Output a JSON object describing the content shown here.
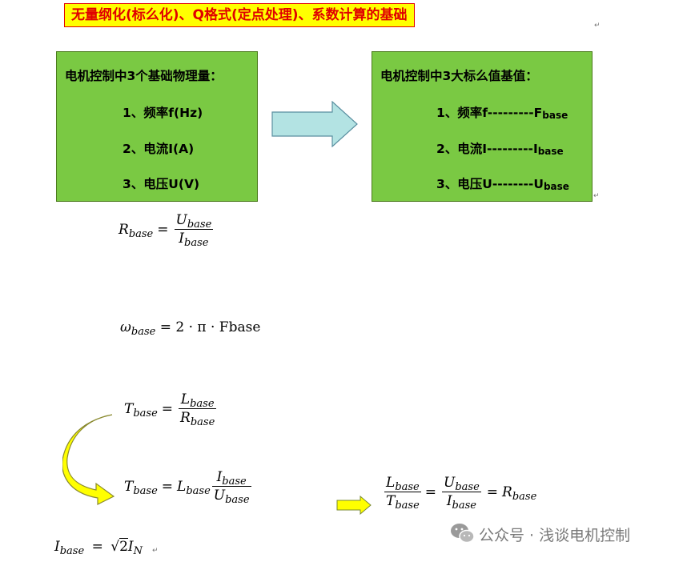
{
  "title": "无量纲化(标么化)、Q格式(定点处理)、系数计算的基础",
  "paragraph_mark": "↵",
  "left_box": {
    "heading": "电机控制中3个基础物理量：",
    "items": [
      "1、频率f(Hz)",
      "2、电流I(A)",
      "3、电压U(V)"
    ]
  },
  "right_box": {
    "heading": "电机控制中3大标么值基值：",
    "items": [
      {
        "main": "1、频率f---------F",
        "sub": "base"
      },
      {
        "main": "2、电流I---------I",
        "sub": "base"
      },
      {
        "main": "3、电压U--------U",
        "sub": "base"
      }
    ]
  },
  "formulas": {
    "r_base": {
      "lhs": "R",
      "lhs_sub": "base",
      "num": "U",
      "num_sub": "base",
      "den": "I",
      "den_sub": "base"
    },
    "omega_base": {
      "lhs": "ω",
      "lhs_sub": "base",
      "rhs": "= 2 · π · Fbase"
    },
    "t_base_1": {
      "lhs": "T",
      "lhs_sub": "base",
      "num": "L",
      "num_sub": "base",
      "den": "R",
      "den_sub": "base"
    },
    "t_base_2": {
      "lhs": "T",
      "lhs_sub": "base",
      "mid": "L",
      "mid_sub": "base",
      "num": "I",
      "num_sub": "base",
      "den": "U",
      "den_sub": "base"
    },
    "ratio": {
      "num1": "L",
      "num1_sub": "base",
      "den1": "T",
      "den1_sub": "base",
      "num2": "U",
      "num2_sub": "base",
      "den2": "I",
      "den2_sub": "base",
      "rhs": "R",
      "rhs_sub": "base"
    },
    "i_base": {
      "lhs": "I",
      "lhs_sub": "base",
      "rhs": "2",
      "rhs_var": "I",
      "rhs_var_sub": "N"
    }
  },
  "watermark": {
    "text": "公众号 · 浅谈电机控制"
  },
  "colors": {
    "box_green": "#7ac943",
    "arrow_blue": "#b3e3e3",
    "arrow_yellow": "#ffff00",
    "title_red": "#e00000",
    "title_bg": "#ffff00"
  }
}
